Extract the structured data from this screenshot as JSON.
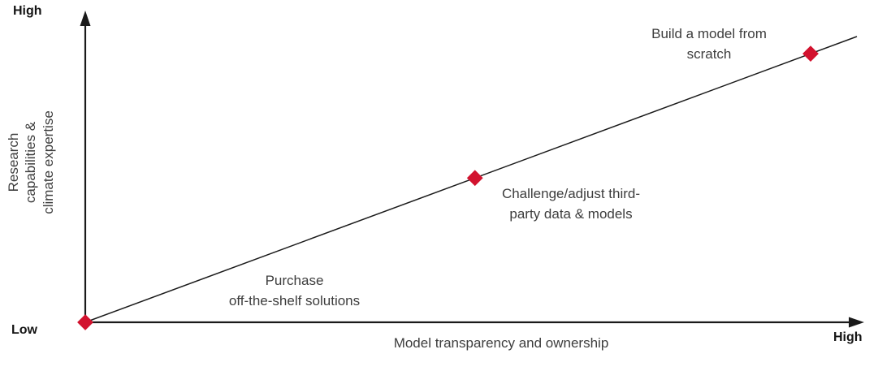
{
  "chart_data": {
    "type": "scatter",
    "title": "",
    "xlabel": "Model transparency and ownership",
    "ylabel": "Research\ncapabilities &\nclimate expertise",
    "axis_end_labels": {
      "y_high": "High",
      "y_low": "Low",
      "x_high": "High"
    },
    "x_range": [
      0,
      1
    ],
    "y_range": [
      0,
      1
    ],
    "grid": false,
    "legend": false,
    "axis_color": "#1a1a1a",
    "line_color": "#1a1a1a",
    "marker_color": "#d2122e",
    "marker_shape": "diamond",
    "trend_line": {
      "from": [
        0,
        0
      ],
      "to": [
        1,
        1
      ]
    },
    "points": [
      {
        "x": 0.0,
        "y": 0.0,
        "label": "Purchase\noff-the-shelf solutions"
      },
      {
        "x": 0.505,
        "y": 0.505,
        "label": "Challenge/adjust third-\nparty data &  models"
      },
      {
        "x": 0.94,
        "y": 0.94,
        "label": "Build a model from\nscratch"
      }
    ]
  }
}
